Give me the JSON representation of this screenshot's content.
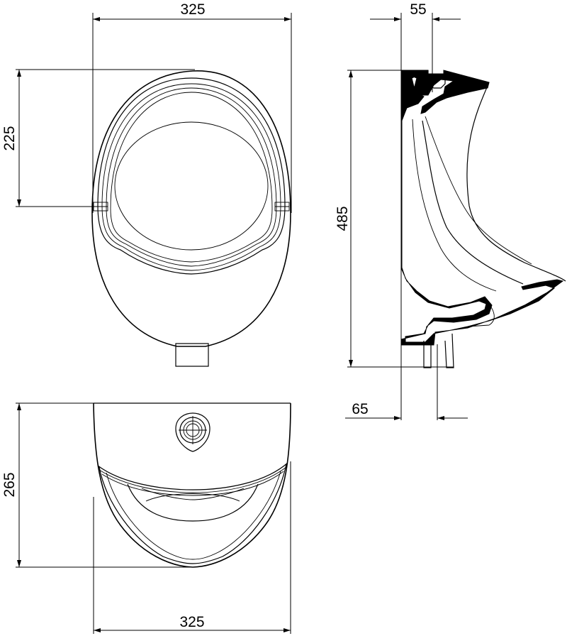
{
  "drawing": {
    "views": [
      "front-view",
      "side-view",
      "top-view"
    ],
    "front_view": {
      "width_label": "325",
      "height_label": "225"
    },
    "side_view": {
      "top_offset_label": "55",
      "height_label": "485",
      "bottom_offset_label": "65"
    },
    "top_view": {
      "depth_label": "265",
      "width_label": "325"
    }
  }
}
